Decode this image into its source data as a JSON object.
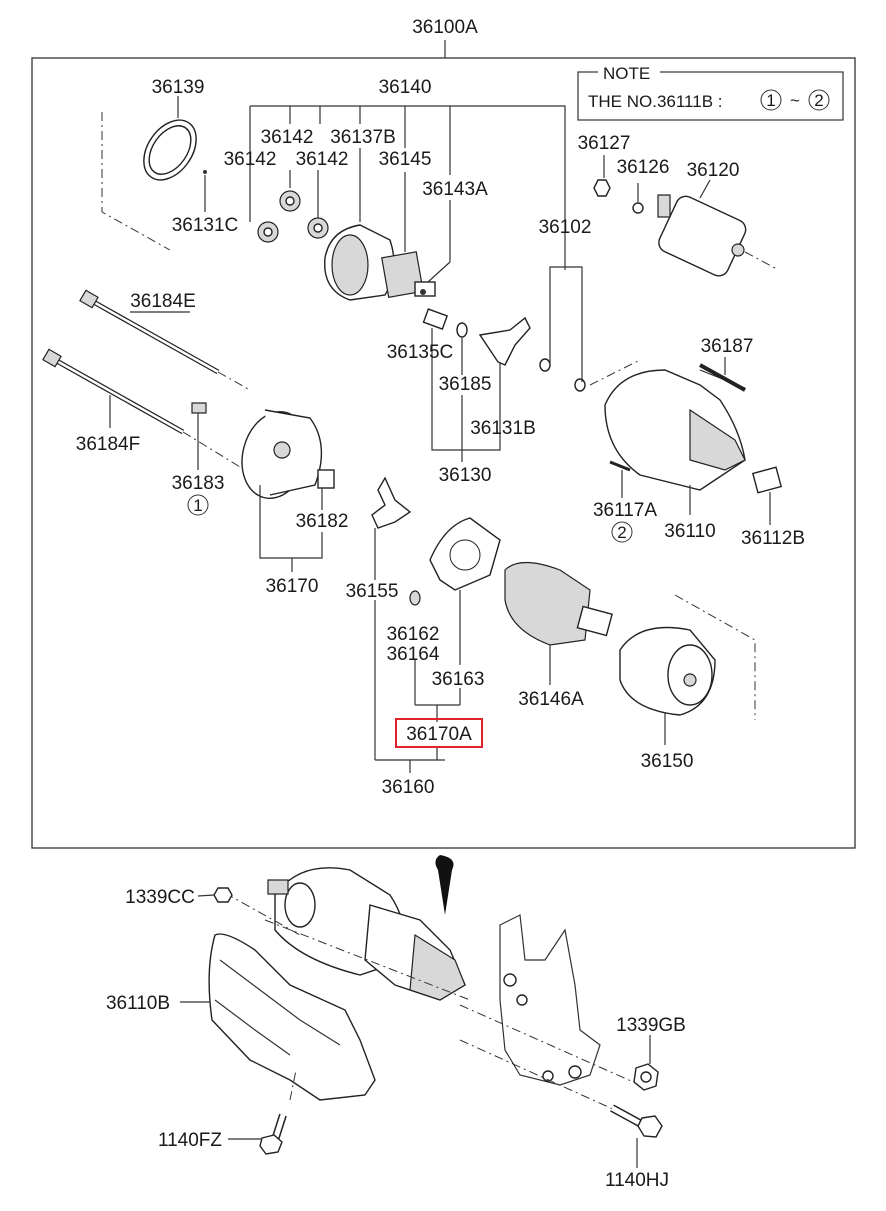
{
  "title": "36100A",
  "note": {
    "header": "NOTE",
    "text": "THE NO.36111B :",
    "range_start": "1",
    "range_sep": "~",
    "range_end": "2"
  },
  "labels": {
    "p36139": "36139",
    "p36131C": "36131C",
    "p36140": "36140",
    "p36142a": "36142",
    "p36142b": "36142",
    "p36142c": "36142",
    "p36137B": "36137B",
    "p36145": "36145",
    "p36143A": "36143A",
    "p36127": "36127",
    "p36126": "36126",
    "p36120": "36120",
    "p36102": "36102",
    "p36184E": "36184E",
    "p36184F": "36184F",
    "p36183": "36183",
    "p36182": "36182",
    "p36170": "36170",
    "p36135C": "36135C",
    "p36185": "36185",
    "p36131B": "36131B",
    "p36130": "36130",
    "p36187": "36187",
    "p36117A": "36117A",
    "p36110": "36110",
    "p36112B": "36112B",
    "p36155": "36155",
    "p36162": "36162",
    "p36164": "36164",
    "p36163": "36163",
    "p36146A": "36146A",
    "p36170A": "36170A",
    "p36160": "36160",
    "p36150": "36150",
    "p1339CC": "1339CC",
    "p36110B": "36110B",
    "p1339GB": "1339GB",
    "p1140FZ": "1140FZ",
    "p1140HJ": "1140HJ"
  },
  "markers": {
    "m1": "1",
    "m2": "2"
  },
  "highlight": {
    "part": "36170A",
    "color": "#e0232a"
  }
}
